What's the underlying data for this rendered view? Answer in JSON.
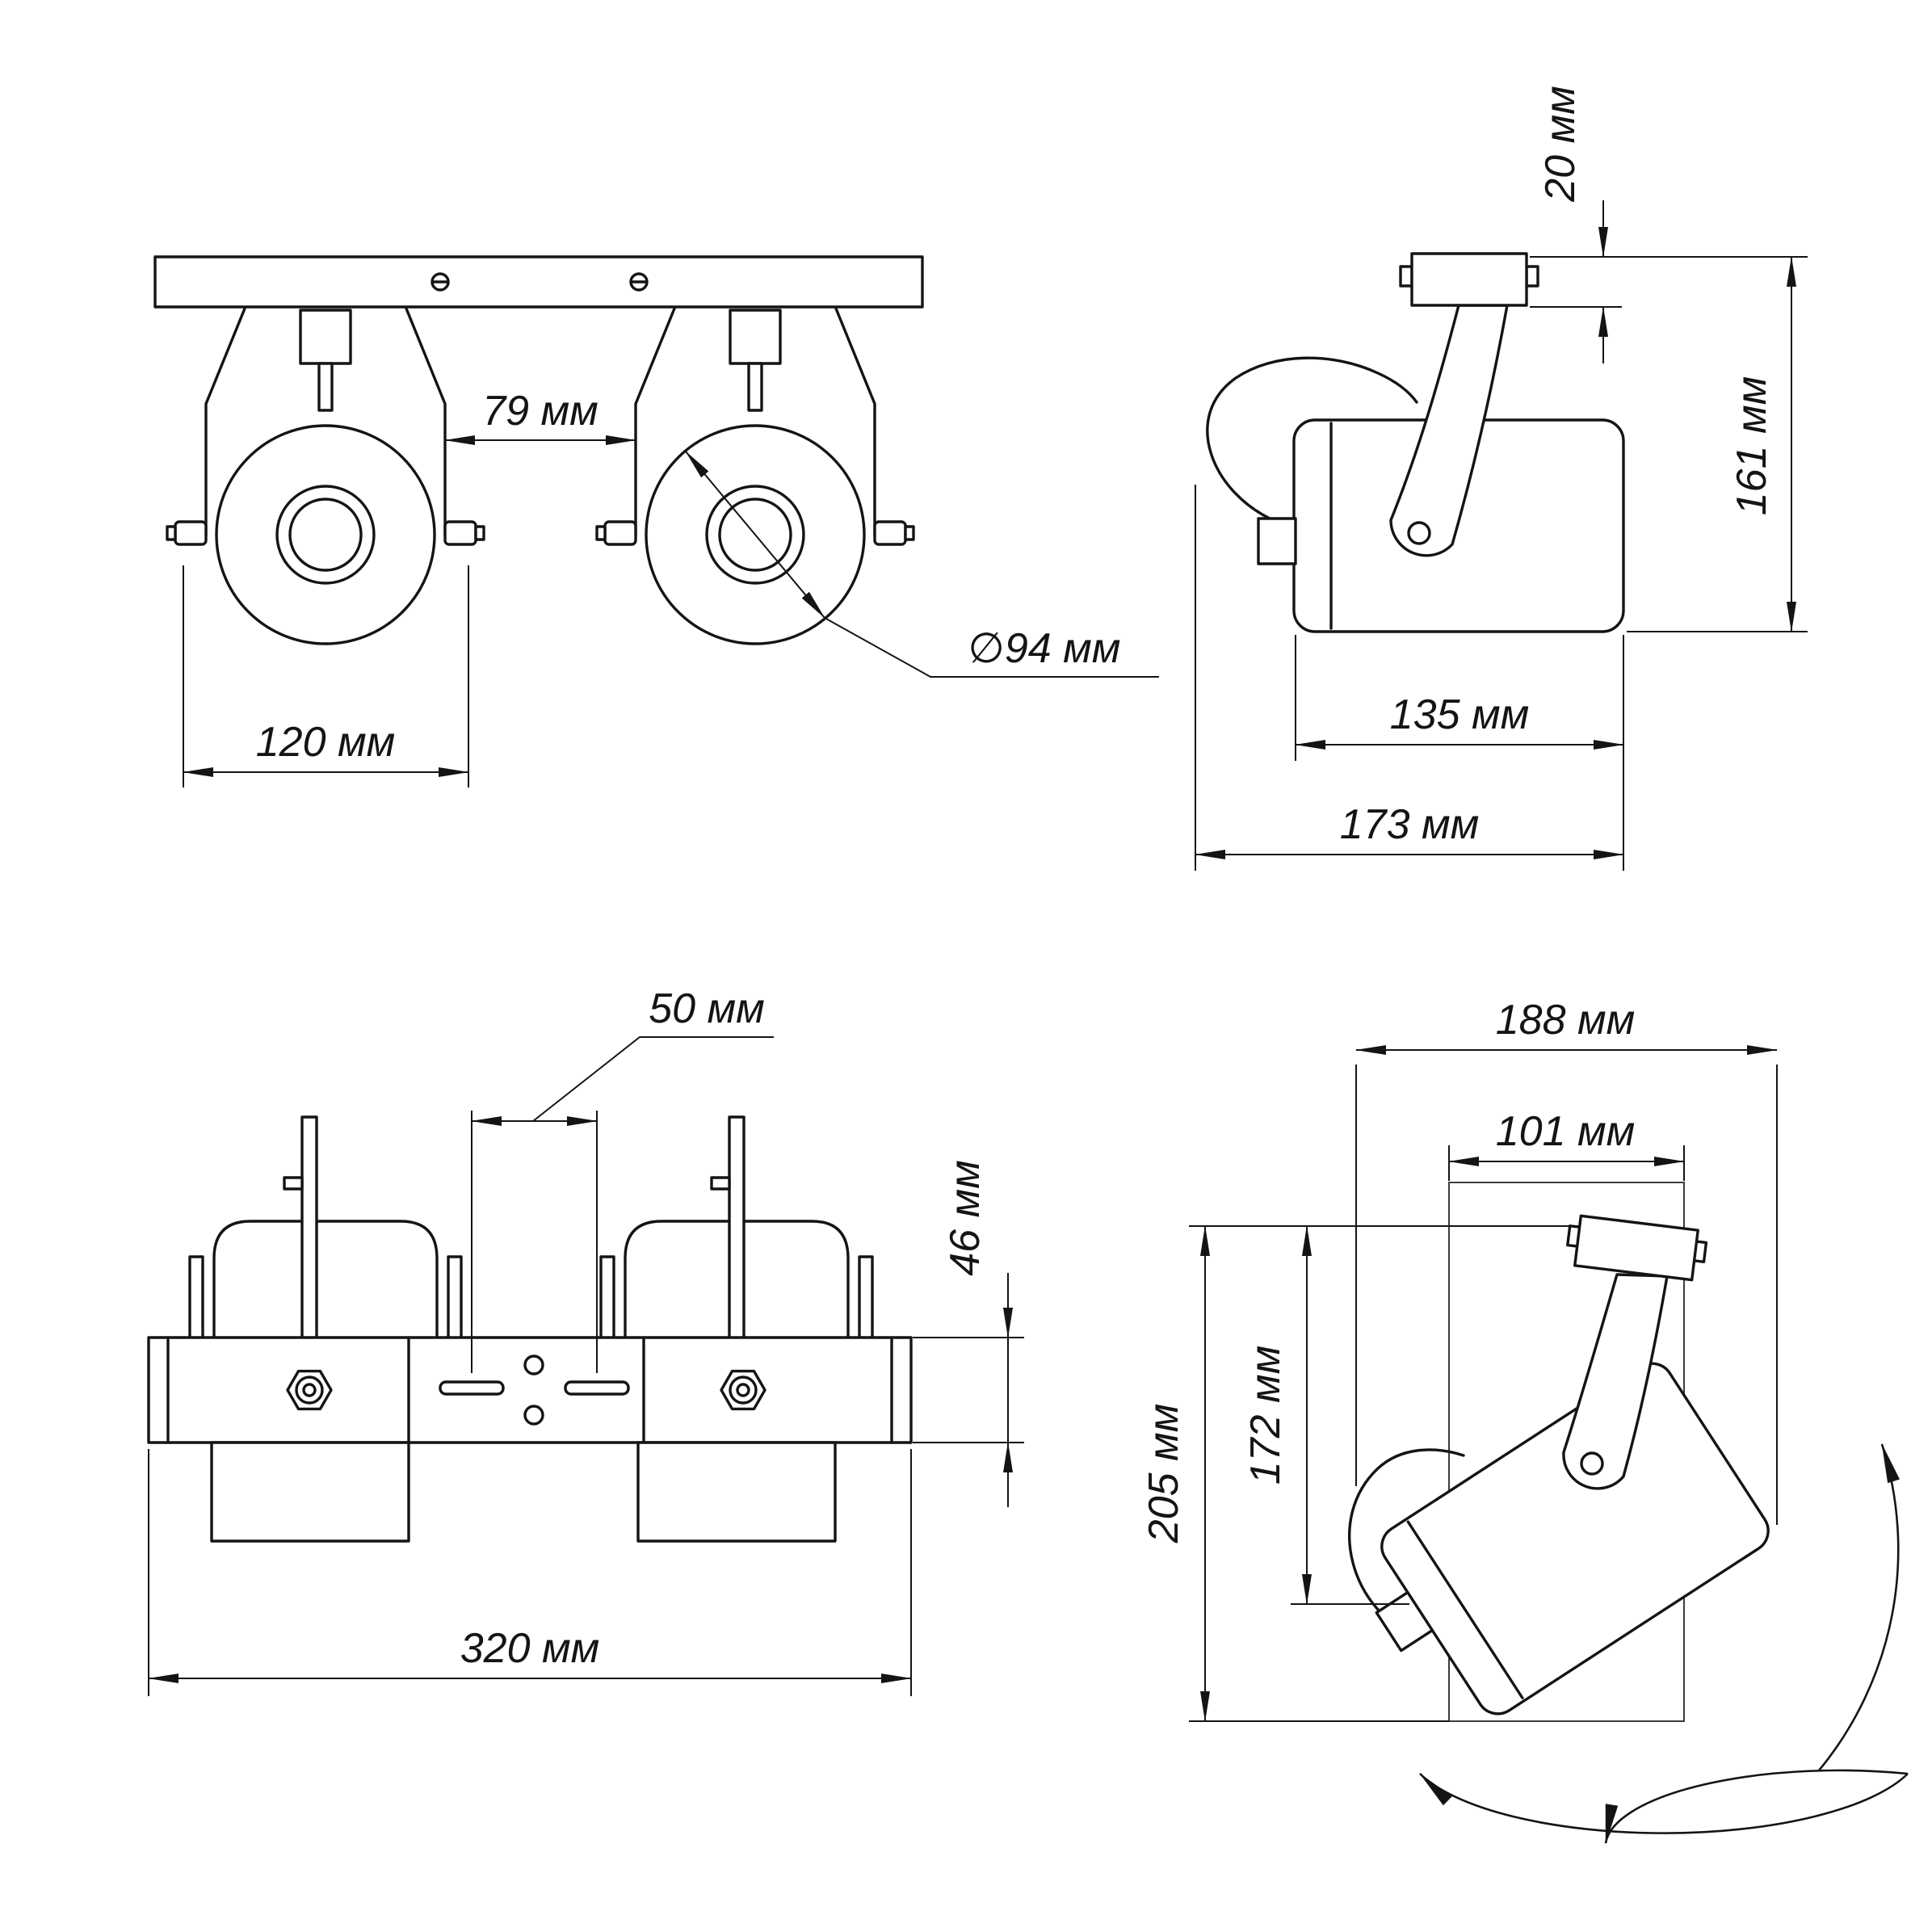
{
  "front_view": {
    "dim_gap": "79 мм",
    "dim_diameter": "∅94 мм",
    "dim_width": "120 мм"
  },
  "side_view": {
    "dim_mount_height": "20 мм",
    "dim_overall_height": "161 мм",
    "dim_body_length": "135 мм",
    "dim_overall_length": "173 мм"
  },
  "bottom_view": {
    "dim_slot_spacing": "50 мм",
    "dim_bar_depth": "46 мм",
    "dim_overall_length": "320 мм"
  },
  "rotation_view": {
    "dim_overall_width": "188 мм",
    "dim_projection_width": "101 мм",
    "dim_pivot_height": "172 мм",
    "dim_overall_height": "205 мм"
  },
  "line_color": "#141414"
}
